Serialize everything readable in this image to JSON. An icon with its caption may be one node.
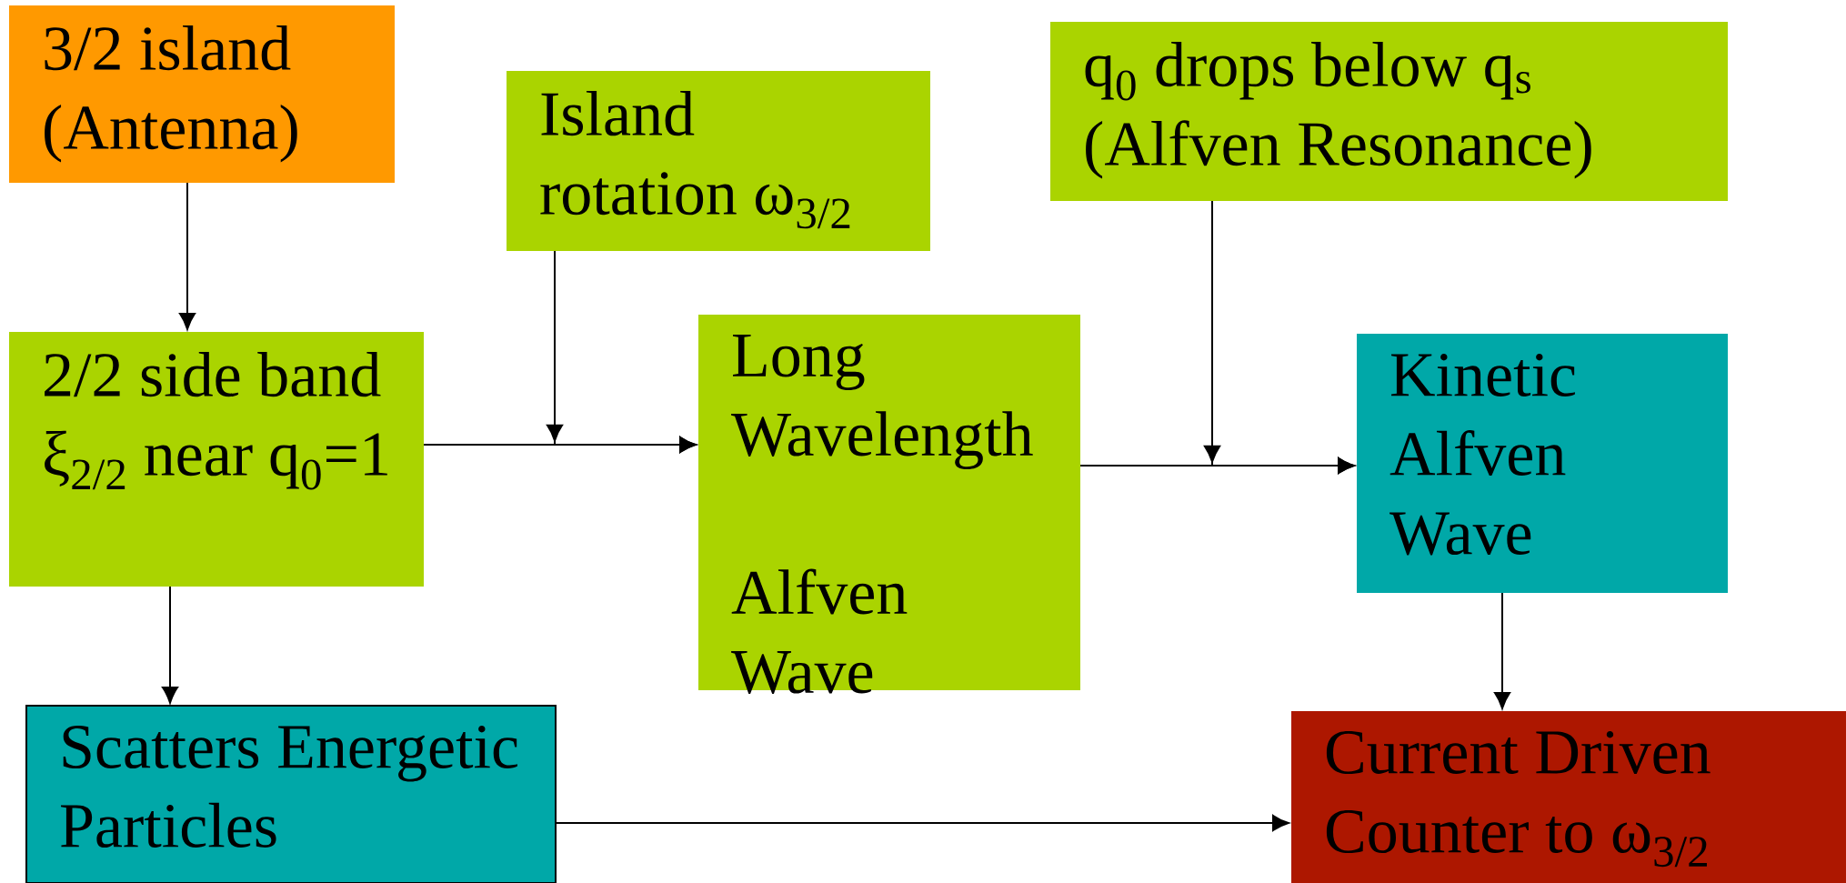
{
  "diagram": {
    "nodes": [
      {
        "text": [
          "3/2 island (Antenna)"
        ]
      },
      {
        "text": [
          "Island rotation ω$_{3/2}$"
        ]
      },
      {
        "text": [
          "q$_{0}$ drops below q$_{s}$ (Alfven Resonance)"
        ]
      },
      {
        "text": [
          "2/2 side band ξ$_{2/2}$ near q$_{0}$=1"
        ]
      },
      {
        "text": [
          "Long Wavelength",
          "Alfven Wave"
        ]
      },
      {
        "text": [
          "Kinetic Alfven Wave"
        ]
      },
      {
        "text": [
          "Scatters Energetic Particles"
        ]
      },
      {
        "text": [
          "Current Driven Counter to ω$_{3/2}$"
        ]
      }
    ],
    "edges": [
      {
        "from": 0,
        "to": 3,
        "arrow": "to"
      },
      {
        "from": 3,
        "to": 4,
        "arrow": "to"
      },
      {
        "from": 1,
        "to": 4,
        "arrow": "to"
      },
      {
        "from": 4,
        "to": 5,
        "arrow": "to"
      },
      {
        "from": 2,
        "to": 5,
        "arrow": "to"
      },
      {
        "from": 3,
        "to": 6,
        "arrow": "to"
      },
      {
        "from": 5,
        "to": 7,
        "arrow": "to"
      },
      {
        "from": 6,
        "to": 7,
        "arrow": "to"
      }
    ]
  }
}
